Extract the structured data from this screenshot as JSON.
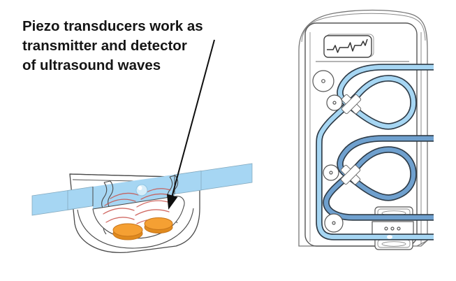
{
  "annotation": {
    "lines": [
      "Piezo transducers work as",
      "transmitter and detector",
      "of ultrasound waves"
    ]
  },
  "colors": {
    "tube_light": "#A6D6F3",
    "tube_medium": "#6FA0CE",
    "tube_outline": "#2E3B47",
    "transducer": "#F5A033",
    "transducer_dark": "#E08A1E",
    "transducer_edge": "#C8761B",
    "wave_red": "#C9524B",
    "line_gray": "#4A4A4A",
    "device_gray": "#666666",
    "bubble_fill": "#D6EDF9",
    "bubble_edge": "#8FC6E4"
  },
  "icons": {
    "ecg": "ecg-waveform-icon",
    "arrow": "annotation-arrow"
  }
}
